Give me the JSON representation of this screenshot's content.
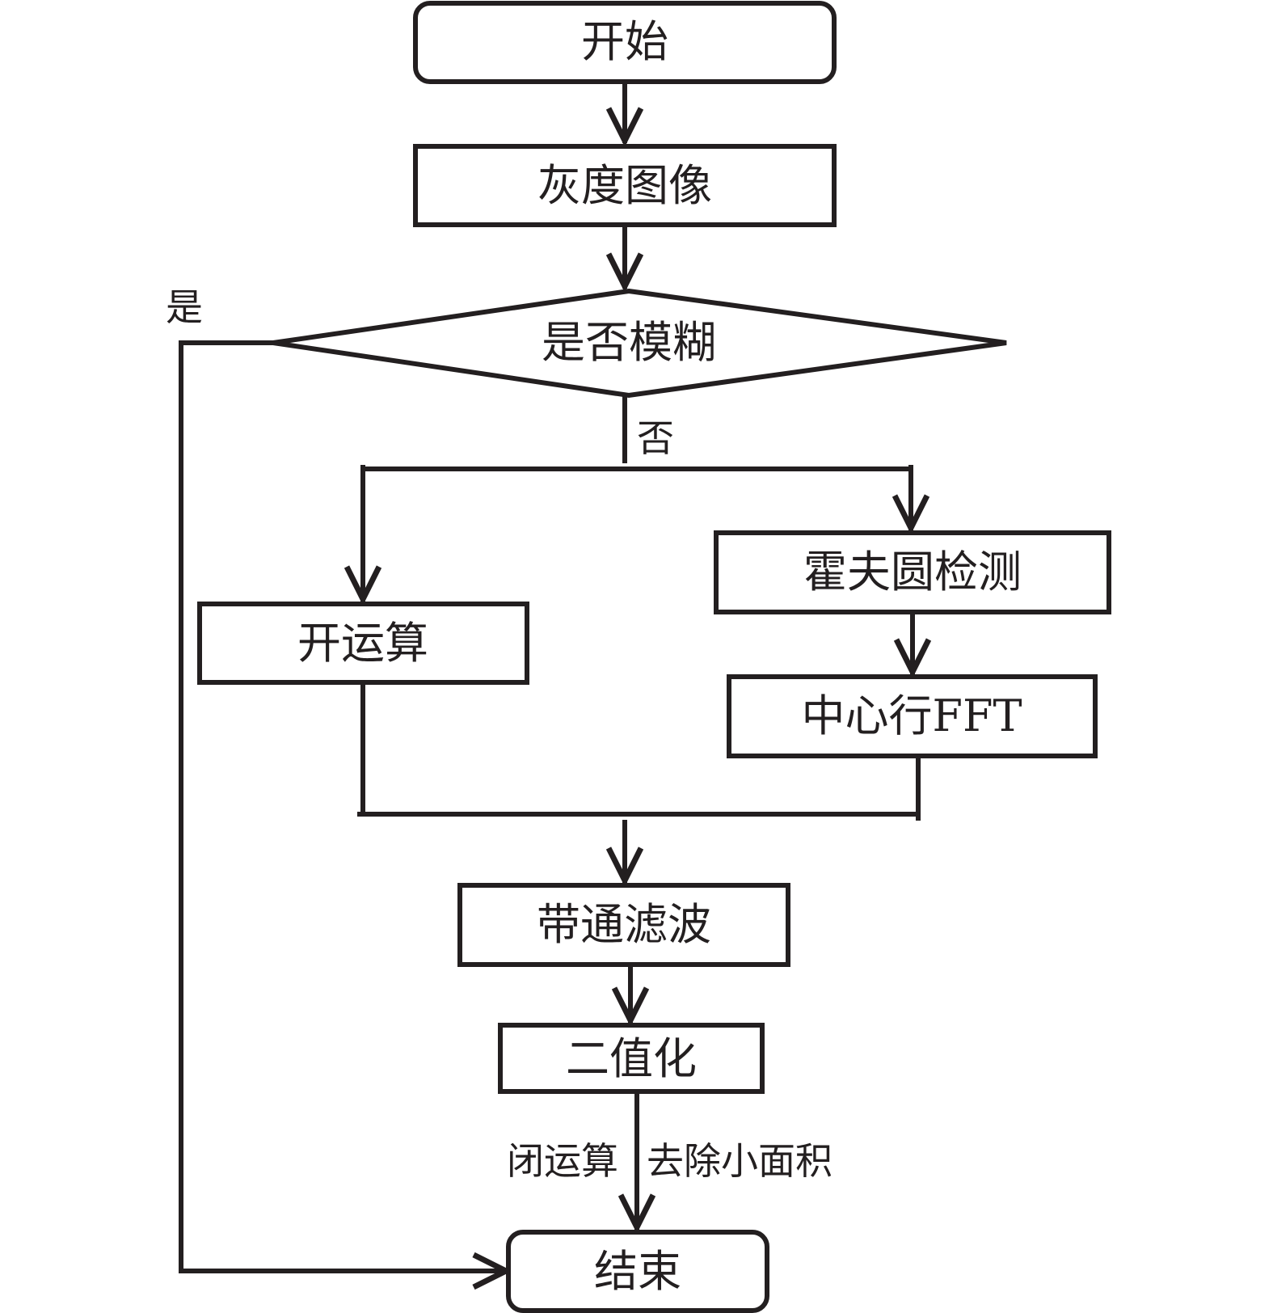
{
  "nodes": {
    "start": "开始",
    "gray": "灰度图像",
    "blur_check": "是否模糊",
    "opening": "开运算",
    "hough": "霍夫圆检测",
    "center_fft": "中心行FFT",
    "bandpass": "带通滤波",
    "binarize": "二值化",
    "end": "结束"
  },
  "edges": {
    "yes": "是",
    "no": "否",
    "closing": "闭运算",
    "remove_small": "去除小面积"
  }
}
